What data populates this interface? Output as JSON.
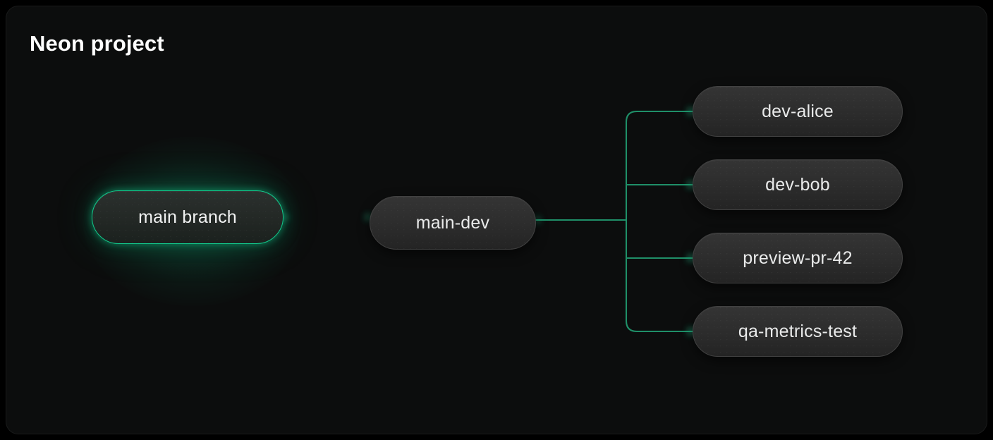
{
  "page": {
    "title": "Neon project",
    "background": "#000000",
    "card_background": "#0c0d0d"
  },
  "theme": {
    "accent_green": "#10b981",
    "accent_green_bright": "#12c98c",
    "edge_line": "#1f7a5a",
    "node_fill": "#2d2d2d",
    "node_border": "#414141",
    "text_color": "#e9eaea",
    "title_color": "#ffffff"
  },
  "diagram": {
    "type": "branch-tree",
    "root": {
      "id": "main-branch",
      "label": "main branch",
      "highlighted": true
    },
    "intermediate": {
      "id": "main-dev",
      "label": "main-dev",
      "highlighted": false
    },
    "children": [
      {
        "id": "dev-alice",
        "label": "dev-alice",
        "highlighted": false
      },
      {
        "id": "dev-bob",
        "label": "dev-bob",
        "highlighted": false
      },
      {
        "id": "preview-pr-42",
        "label": "preview-pr-42",
        "highlighted": false
      },
      {
        "id": "qa-metrics-test",
        "label": "qa-metrics-test",
        "highlighted": false
      }
    ],
    "edges": [
      {
        "from": "main-branch",
        "to": "main-dev"
      },
      {
        "from": "main-dev",
        "to": "dev-alice"
      },
      {
        "from": "main-dev",
        "to": "dev-bob"
      },
      {
        "from": "main-dev",
        "to": "preview-pr-42"
      },
      {
        "from": "main-dev",
        "to": "qa-metrics-test"
      }
    ]
  }
}
